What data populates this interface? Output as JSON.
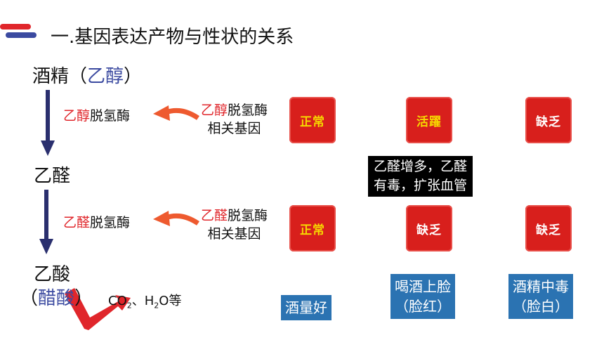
{
  "title": "一.基因表达产物与性状的关系",
  "substances": {
    "ethanol_main": "酒精",
    "ethanol_open": "（",
    "ethanol_alt": "乙醇",
    "ethanol_close": "）",
    "acetaldehyde": "乙醛",
    "acetic_main": "乙酸",
    "acetic_open": "（",
    "acetic_alt": "醋酸",
    "acetic_close": "）"
  },
  "products": {
    "co2_prefix": "CO",
    "co2_sub": "2",
    "sep": "、H",
    "h2o_sub": "2",
    "h2o_suffix": "O等"
  },
  "enzyme1": {
    "red": "乙醇",
    "black": "脱氢酶"
  },
  "gene1": {
    "red": "乙醇",
    "black": "脱氢酶",
    "line2": "相关基因"
  },
  "enzyme2": {
    "red": "乙醛",
    "black": "脱氢酶"
  },
  "gene2": {
    "red": "乙醛",
    "black": "脱氢酶",
    "line2": "相关基因"
  },
  "seals": {
    "r1c1": "正常",
    "r1c2": "活躍",
    "r1c3": "缺乏",
    "r2c1": "正常",
    "r2c2": "缺乏",
    "r2c3": "缺乏"
  },
  "note": {
    "line1": "乙醛增多，乙醛",
    "line2": "有毒，扩张血管"
  },
  "phenotypes": {
    "good": "酒量好",
    "flush_line1": "喝酒上脸",
    "flush_line2": "（脸红）",
    "poison_line1": "酒精中毒",
    "poison_line2": "（脸白）"
  },
  "colors": {
    "accent_red": "#e0262b",
    "navy": "#2a2f6e",
    "orange": "#ee5a2f",
    "seal_red": "#d81f1c",
    "phenotype_blue": "#2b73b2"
  }
}
